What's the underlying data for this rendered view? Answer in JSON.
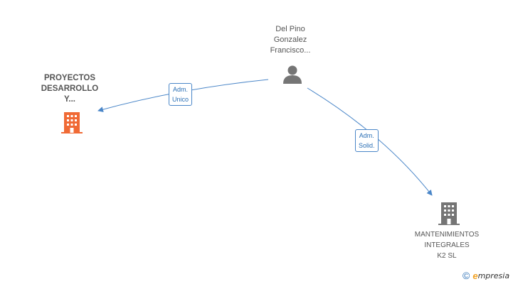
{
  "nodes": {
    "person": {
      "name_lines": [
        "Del Pino",
        "Gonzalez",
        "Francisco..."
      ],
      "icon": "person-icon",
      "color": "#757575"
    },
    "company_main": {
      "name_lines": [
        "PROYECTOS",
        "DESARROLLO",
        "Y..."
      ],
      "icon": "building-icon",
      "color": "#f06a35"
    },
    "company_other": {
      "name_lines": [
        "MANTENIMIENTOS",
        "INTEGRALES",
        "K2 SL"
      ],
      "icon": "building-icon",
      "color": "#757575"
    }
  },
  "edges": [
    {
      "from": "person",
      "to": "company_main",
      "role_lines": [
        "Adm.",
        "Unico"
      ]
    },
    {
      "from": "person",
      "to": "company_other",
      "role_lines": [
        "Adm.",
        "Solid."
      ]
    }
  ],
  "footer": {
    "copyright": "©",
    "brand_initial": "e",
    "brand_rest": "mpresia"
  },
  "colors": {
    "edge": "#4a86c8"
  }
}
